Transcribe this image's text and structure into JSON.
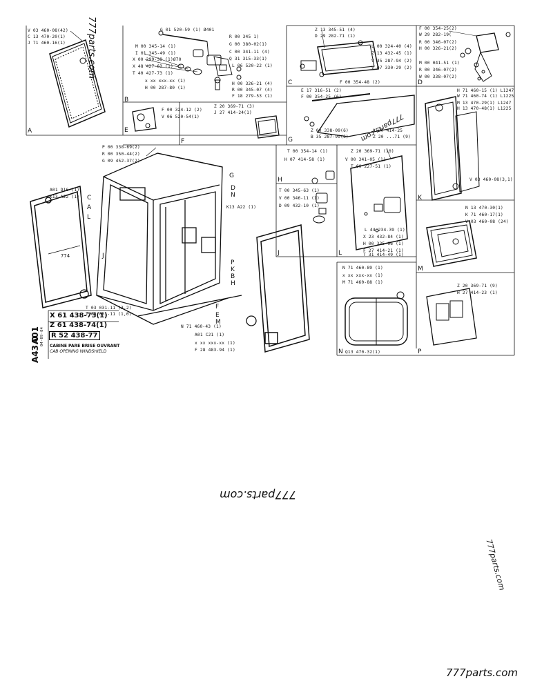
{
  "watermarks": {
    "center_upside": "777parts.com",
    "bottom_right": "777parts.com",
    "side_rotated": "777parts.com",
    "panel_A_rotated": "777parts.com",
    "panel_D_rotated": "777parts.com"
  },
  "title_block": {
    "group": "A01",
    "page": "A43.0",
    "date": "04-09-84",
    "refs": [
      "X 61 438-73(1)",
      "Z 61 438-74(1)",
      "R 52 438-77"
    ],
    "title_fr": "CABINE PARE BRISE OUVRANT",
    "title_en": "CAB OPENING WINDSHIELD"
  },
  "panel_letters": [
    "A",
    "B",
    "C",
    "D",
    "E",
    "F",
    "G",
    "H",
    "J",
    "K",
    "L",
    "M",
    "N",
    "P"
  ],
  "callouts": {
    "A": [
      "V 03 460-08(42)",
      "C 13 470-20(1)",
      "J 71 460-16(1)"
    ],
    "B": [
      "G 01 520-59 (1) Ø401",
      "R 00 345      1)",
      "G 00 380-02(1)",
      "C 00 341-11 (4)",
      "Q 31 315-33(1)",
      "L 06 520-22 (1)",
      "M 00 345-14 (1)",
      "I 01 345-49 (1)",
      "X 00 299-38 (1)Ø70",
      "X 48 427-63 (1)",
      "T 40 427-73 (1)",
      "x xx xxx-xx (1)",
      "H 00 287-80 (1)",
      "H 00 326-21 (4)",
      "R 00 345-07 (4)",
      "F 18 279-53 (1)"
    ],
    "C": [
      "Z 13 345-51 (4)",
      "D 29 282-71 (1)",
      "L 00 324-40 (4)",
      "Z 13 432-45 (1)",
      "V 35 287-94 (2)",
      "V 07 330-29 (2)",
      "F 00 354-48 (2)"
    ],
    "D": [
      "F 00 354-25(2)",
      "W 29 282-19(",
      "R 00 346-07(2)",
      "H 00 326-21(2)",
      "M 00 041-51 (1)",
      "R 00 346-07(2)",
      "W 00 338-07(2)"
    ],
    "E": [
      "F 00 324-12 (2)",
      "V 06 520-54(1)"
    ],
    "F": [
      "Z 20 369-71 (3)",
      "J 27 414-24(1)"
    ],
    "G": [
      "E 17 316-51 (2)",
      "F 00 354-25 (6)",
      "Z 00 338-09(6)",
      "B 35 287-99(6)",
      "K 27 414-25",
      "Z 20 ...71 (9)"
    ],
    "H": [
      "T 00 354-14 (1)",
      "H 07 414-58 (1)"
    ],
    "J": [
      "T 00 345-63 (1)",
      "V 00 346-11 (1)",
      "D 09 432-10 (1)"
    ],
    "K": [
      "H 71 460-15 (1) L1247",
      "W 71 460-74 (1) L1225",
      "M 13 470-29(1) L1247",
      "H 13 470-48(1) L1225",
      "V 03 460-08(3,1)"
    ],
    "L": [
      "Z 20 369-71 (10)",
      "V 00 341-05 (1)",
      "T 60 227-51 (1)",
      "L 44 234-39 (1)",
      "X 23 432-84 (1)",
      "H 00 325-06 (1)",
      "F 27 414-21 (1)",
      "T 31 414-49 (1)"
    ],
    "M": [
      "N 13 470-30(1)",
      "K 71 460-17(1)",
      "V 03 460-08 (24)"
    ],
    "N": [
      "N 71 460-89 (1)",
      "x xx xxx-xx (1)",
      "M 71 460-88 (1)",
      "Q13 470-32(1)"
    ],
    "P": [
      "Z 20 369-71 (9)",
      "H 27 414-23 (1)"
    ],
    "main_top": [
      "P 00 338-69(2)",
      "R 00 350-44(2)",
      "G 09 452-37(2)"
    ],
    "main_left": [
      "A01 D16 (1)",
      "K13 A22 (1)"
    ],
    "main_mid": [
      "K13 A22 (1)"
    ],
    "main_bottom": [
      "T 03 031-11 (3,2)",
      "T 03 031-11 (1,0)",
      "N 71 460-43 (1)",
      "A01 C21 (1)",
      "x xx xxx-xx (1)",
      "F 28 483-94 (1)"
    ],
    "dimension": "774"
  }
}
